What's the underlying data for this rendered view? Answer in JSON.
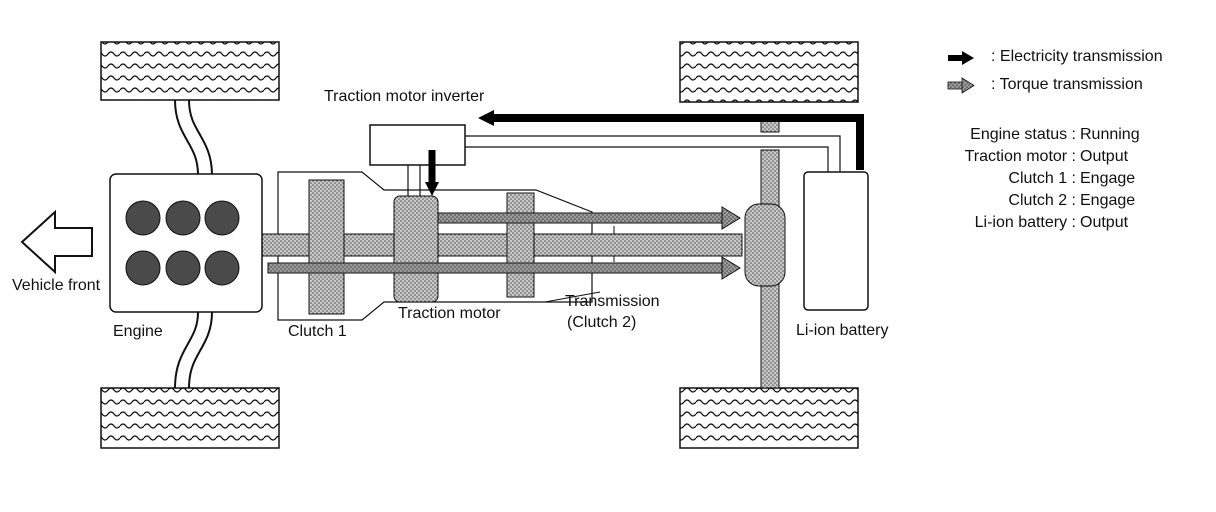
{
  "labels": {
    "inverter": "Traction motor inverter",
    "vehicle_front": "Vehicle front",
    "engine": "Engine",
    "clutch1": "Clutch 1",
    "traction_motor": "Traction motor",
    "transmission": "Transmission",
    "clutch2_paren": "(Clutch 2)",
    "battery": "Li-ion battery"
  },
  "legend": {
    "electricity": ": Electricity transmission",
    "torque": ": Torque transmission"
  },
  "status": [
    {
      "key": "Engine status :",
      "value": "Running"
    },
    {
      "key": "Traction motor :",
      "value": "Output"
    },
    {
      "key": "Clutch 1 :",
      "value": "Engage"
    },
    {
      "key": "Clutch 2 :",
      "value": "Engage"
    },
    {
      "key": "Li-ion battery :",
      "value": "Output"
    }
  ],
  "colors": {
    "electricity_arrow": "#000000",
    "torque_arrow": "#9a9a9a",
    "line": "#111111"
  }
}
